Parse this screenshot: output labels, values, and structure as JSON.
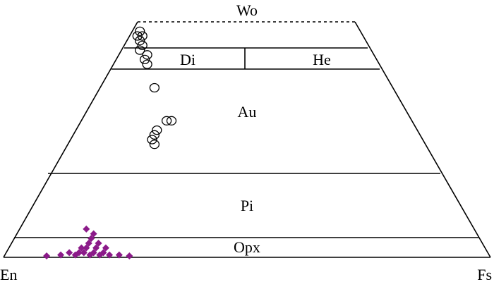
{
  "diagram": {
    "apex_labels": {
      "top": "Wo",
      "left": "En",
      "right": "Fs"
    },
    "field_labels": {
      "di": "Di",
      "he": "He",
      "au": "Au",
      "pi": "Pi",
      "opx": "Opx"
    }
  },
  "styles": {
    "diamond_color": "#8b1a89",
    "circle_stroke": "#000000"
  },
  "chart_data": {
    "type": "scatter",
    "title": "",
    "ternary_endmembers": [
      "Wo",
      "En",
      "Fs"
    ],
    "fields": [
      "Di",
      "He",
      "Au",
      "Pi",
      "Opx"
    ],
    "series": [
      {
        "marker": "circle",
        "points": [
          {
            "en": 48,
            "wo": 48
          },
          {
            "en": 48,
            "wo": 47
          },
          {
            "en": 49,
            "wo": 47
          },
          {
            "en": 49,
            "wo": 46
          },
          {
            "en": 49,
            "wo": 45
          },
          {
            "en": 50,
            "wo": 44
          },
          {
            "en": 49,
            "wo": 43
          },
          {
            "en": 50,
            "wo": 42
          },
          {
            "en": 50,
            "wo": 41
          },
          {
            "en": 51,
            "wo": 36
          },
          {
            "en": 52,
            "wo": 29
          },
          {
            "en": 51,
            "wo": 29
          },
          {
            "en": 55,
            "wo": 27
          },
          {
            "en": 56,
            "wo": 26
          },
          {
            "en": 57,
            "wo": 25
          },
          {
            "en": 57,
            "wo": 24
          }
        ]
      },
      {
        "marker": "diamond",
        "points": [
          {
            "en": 80,
            "wo": 6
          },
          {
            "en": 79,
            "wo": 5
          },
          {
            "en": 80,
            "wo": 4
          },
          {
            "en": 79,
            "wo": 3
          },
          {
            "en": 81,
            "wo": 3
          },
          {
            "en": 80,
            "wo": 2
          },
          {
            "en": 82,
            "wo": 2
          },
          {
            "en": 83,
            "wo": 2
          },
          {
            "en": 78,
            "wo": 2
          },
          {
            "en": 81,
            "wo": 1
          },
          {
            "en": 79,
            "wo": 1
          },
          {
            "en": 83,
            "wo": 1
          },
          {
            "en": 84,
            "wo": 1
          },
          {
            "en": 86,
            "wo": 1
          },
          {
            "en": 88,
            "wo": 0.5
          },
          {
            "en": 85,
            "wo": 0.5
          },
          {
            "en": 82,
            "wo": 0.5
          },
          {
            "en": 80,
            "wo": 0.5
          },
          {
            "en": 78,
            "wo": 0.5
          },
          {
            "en": 76,
            "wo": 0.5
          },
          {
            "en": 91,
            "wo": 0.3
          },
          {
            "en": 74,
            "wo": 0.3
          }
        ]
      }
    ]
  }
}
